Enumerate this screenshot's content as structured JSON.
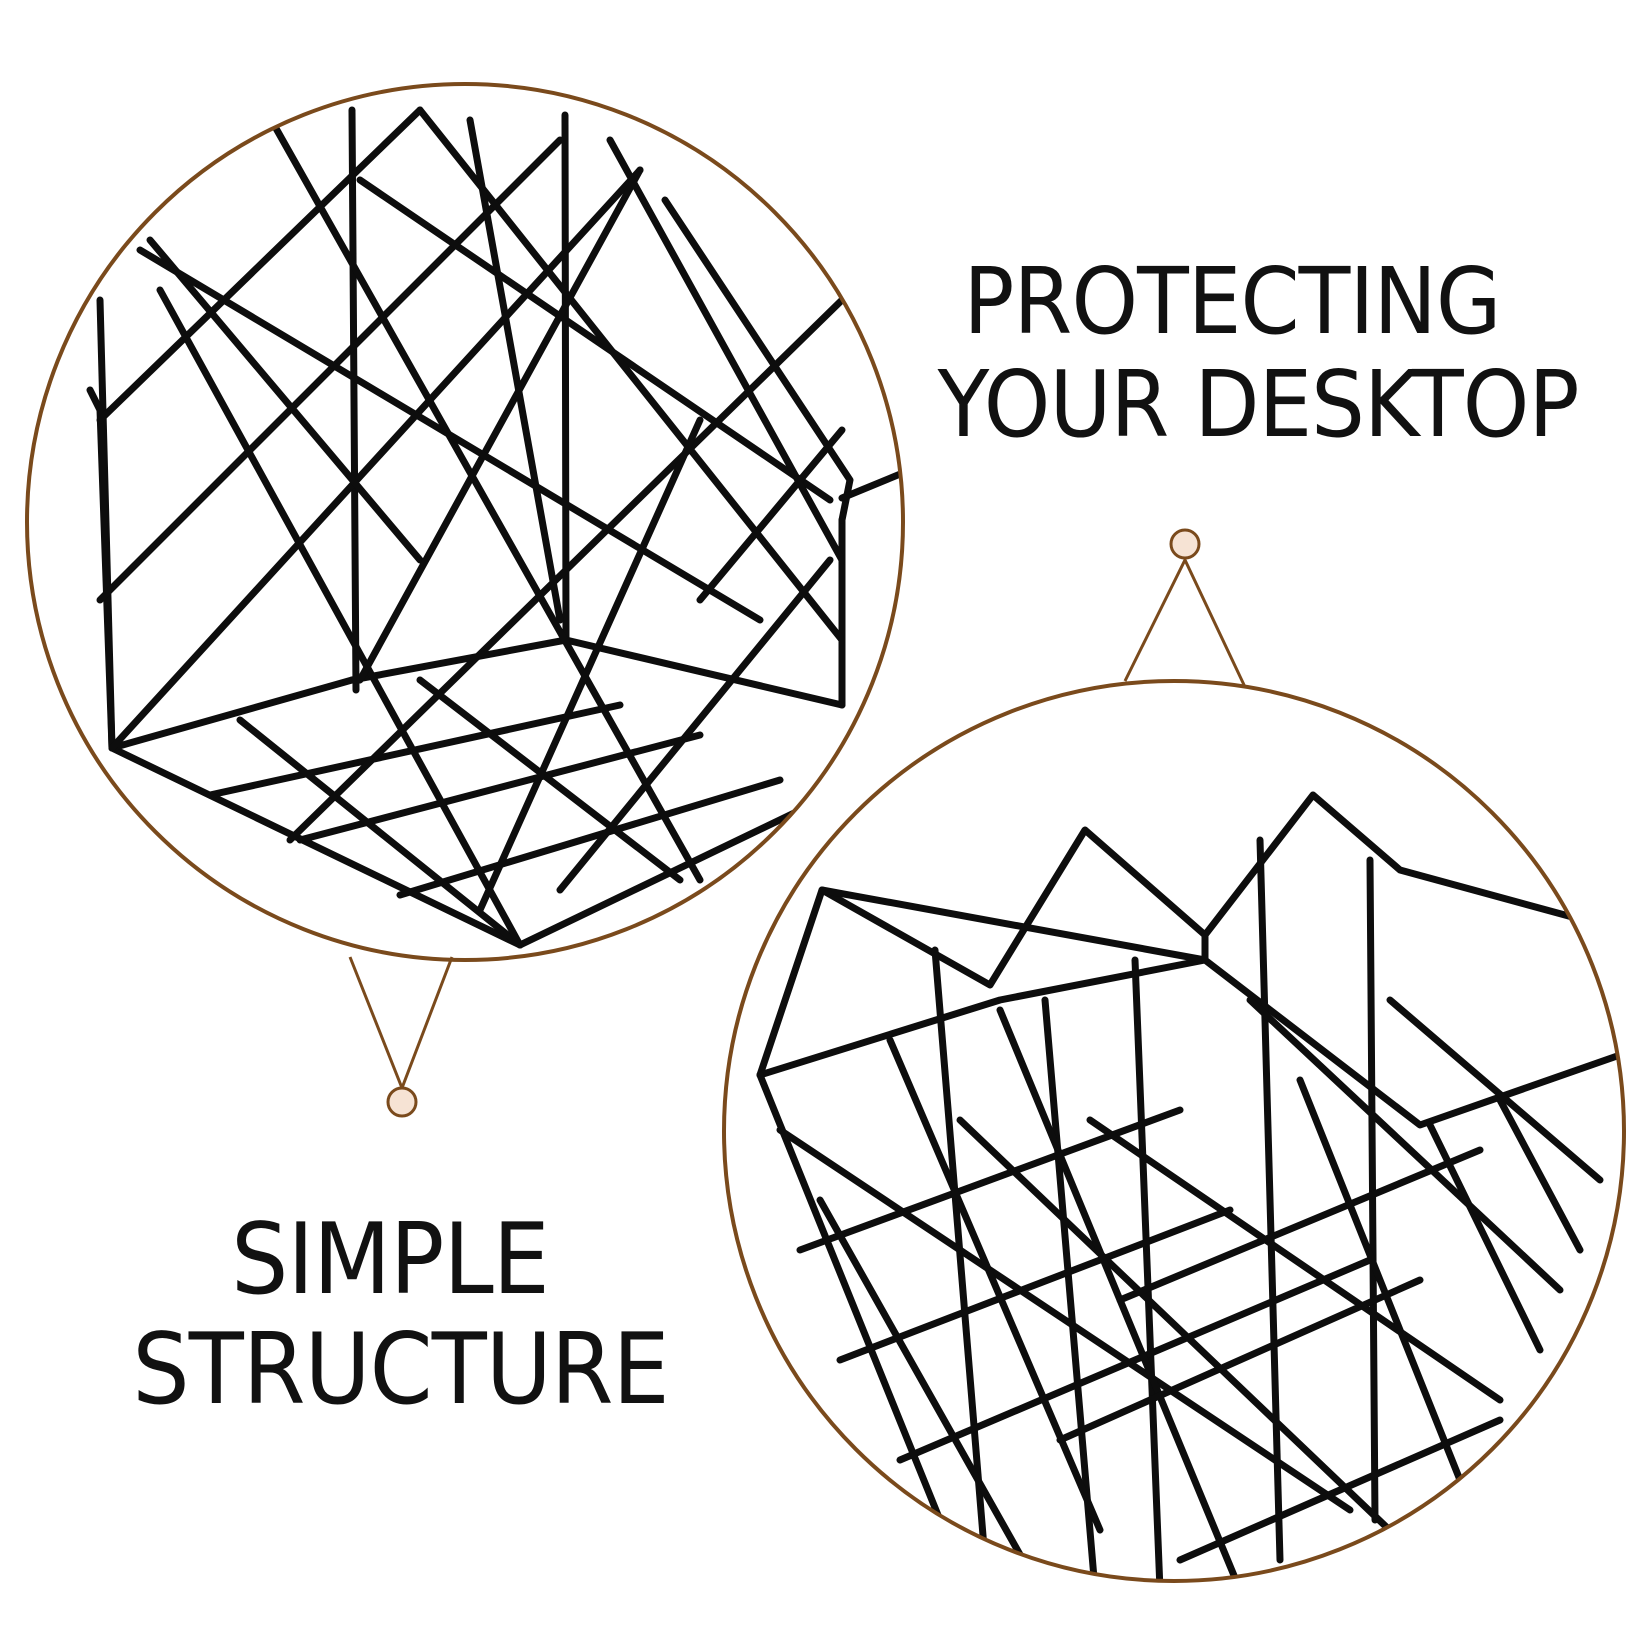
{
  "captions": {
    "protecting": {
      "line1": "PROTECTING",
      "line2": "YOUR DESKTOP"
    },
    "simple": {
      "line1": "SIMPLE",
      "line2": "STRUCTURE"
    }
  },
  "colors": {
    "accent_ring": "#7a4a1c",
    "dot_fill": "#f6e3d4",
    "wire": "#0d0d0d",
    "text": "#111111",
    "background": "#ffffff"
  },
  "icons": {
    "callout_dot": "callout-dot-icon"
  }
}
